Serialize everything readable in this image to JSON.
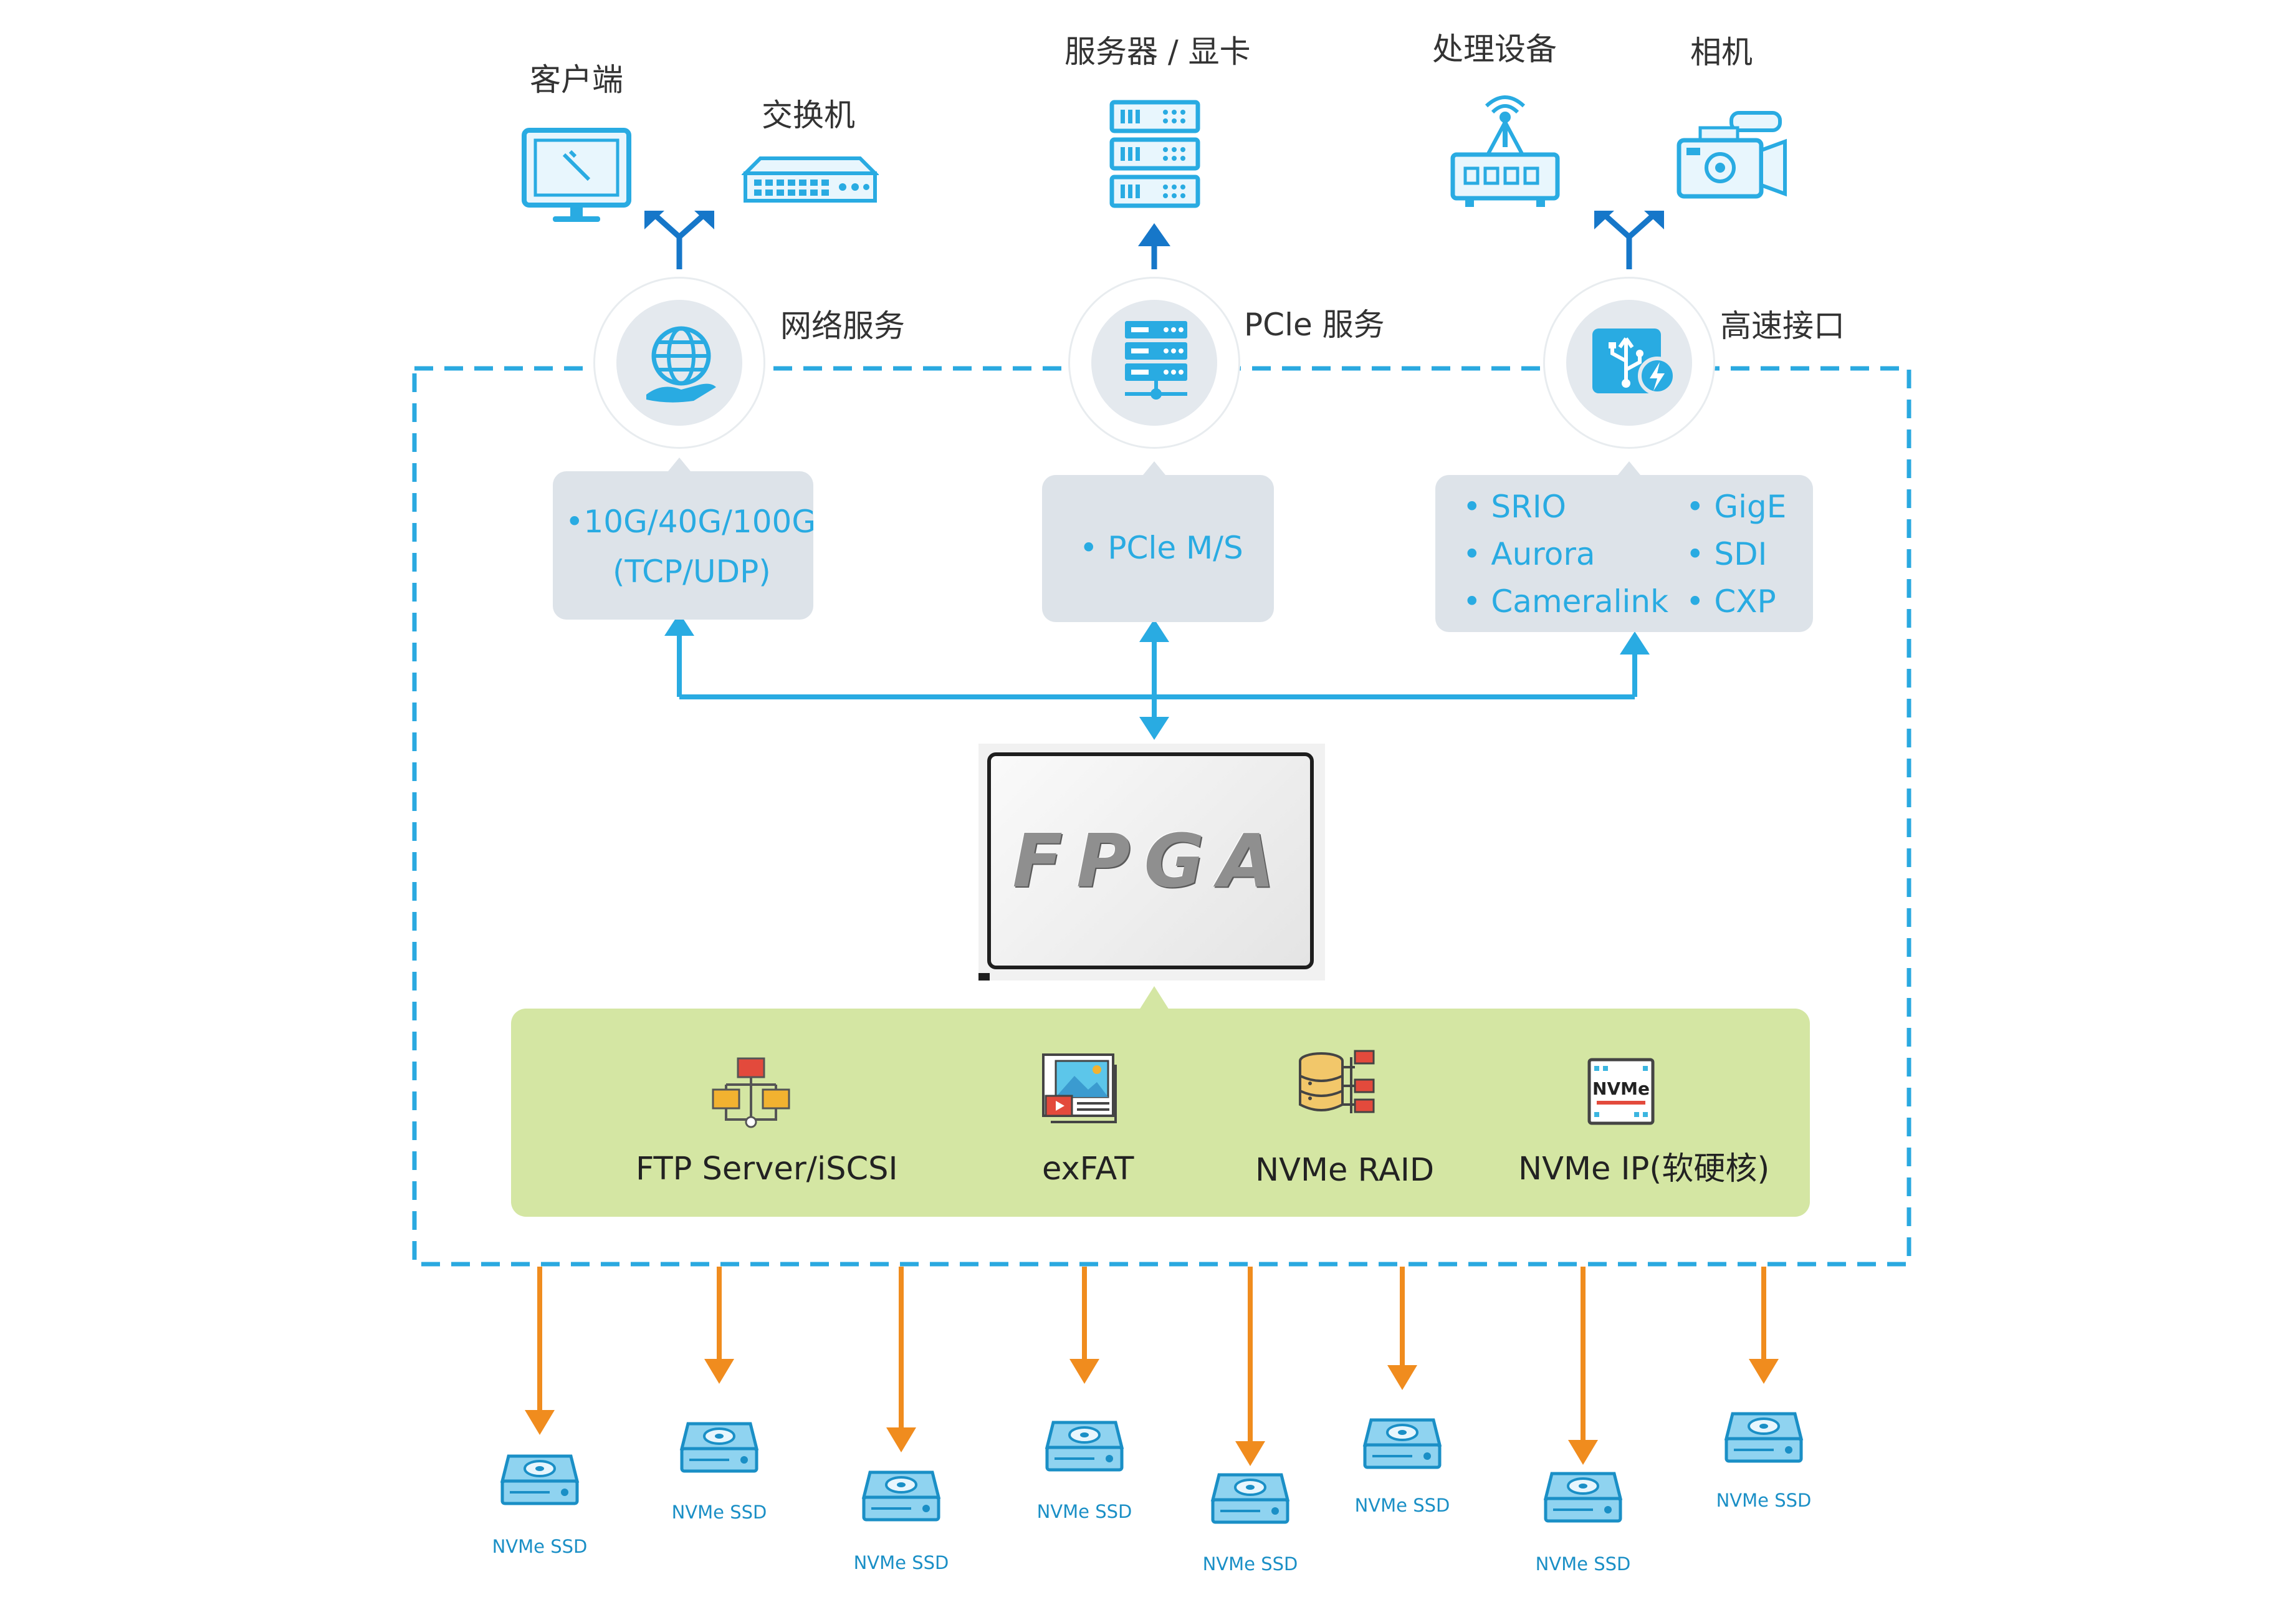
{
  "top_devices": {
    "client": "客户端",
    "switch": "交换机",
    "server_gpu": "服务器 / 显卡",
    "processing": "处理设备",
    "camera": "相机"
  },
  "services": {
    "network": "网络服务",
    "pcie": "PCle 服务",
    "highspeed": "高速接口"
  },
  "network_box": {
    "line1": "•10G/40G/100G",
    "line2": "(TCP/UDP)"
  },
  "pcie_box": {
    "line1": "• PCle M/S"
  },
  "hs_box": {
    "col1": [
      "• SRIO",
      "• Aurora",
      "• Cameralink"
    ],
    "col2": [
      "• GigE",
      "• SDI",
      "• CXP"
    ]
  },
  "fpga_label": "FPGA",
  "features": {
    "ftp": "FTP Server/iSCSI",
    "exfat": "exFAT",
    "raid": "NVMe RAID",
    "ip": "NVMe IP(软硬核)",
    "chip_text": "NVMe"
  },
  "ssd_label": "NVMe SSD",
  "colors": {
    "accent_blue": "#29abe2",
    "dash_blue": "#2aa9e0",
    "orange": "#f08c1e",
    "green_bar": "#d4e6a3",
    "box_gray": "#dde3e9"
  }
}
